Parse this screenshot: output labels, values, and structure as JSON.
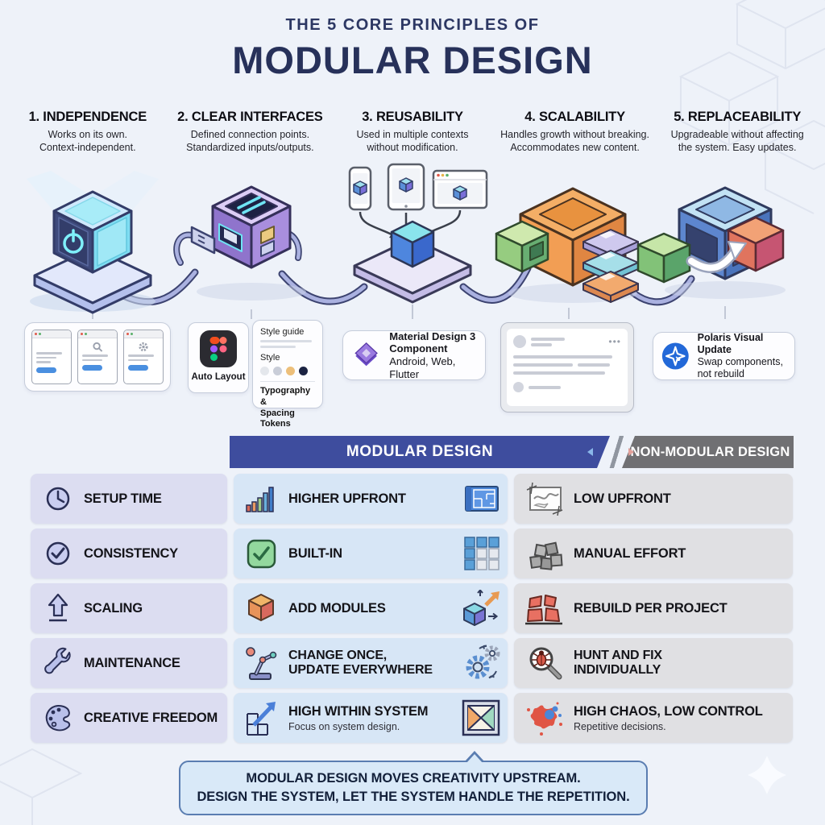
{
  "title": {
    "eyebrow": "THE 5 CORE PRINCIPLES OF",
    "main": "MODULAR DESIGN"
  },
  "principles": [
    {
      "heading": "1. INDEPENDENCE",
      "desc1": "Works on its own.",
      "desc2": "Context-independent.",
      "illustration": "powered-cube-on-platform"
    },
    {
      "heading": "2. CLEAR INTERFACES",
      "desc1": "Defined connection points.",
      "desc2": "Standardized inputs/outputs.",
      "illustration": "usb-ports-cube"
    },
    {
      "heading": "3. REUSABILITY",
      "desc1": "Used in multiple contexts",
      "desc2": "without modification.",
      "illustration": "phone-tablet-browser-to-cube"
    },
    {
      "heading": "4. SCALABILITY",
      "desc1": "Handles growth without breaking.",
      "desc2": "Accommodates new content.",
      "illustration": "expanding-cube-with-trays"
    },
    {
      "heading": "5. REPLACEABILITY",
      "desc1": "Upgradeable without affecting",
      "desc2": "the system. Easy updates.",
      "illustration": "swap-module-cube"
    }
  ],
  "examples": {
    "ui_screens": {
      "icon": "browser-windows-mockup"
    },
    "auto_layout": {
      "label": "Auto Layout",
      "icon": "figma-icon"
    },
    "style_guide": {
      "title": "Style guide",
      "style_label": "Style",
      "tokens_label_1": "Typography &",
      "tokens_label_2": "Spacing Tokens",
      "swatches": [
        "#e4e7ec",
        "#c9cdd8",
        "#edbf7a",
        "#1b2342"
      ]
    },
    "material": {
      "title_1": "Material Design 3",
      "title_2": "Component",
      "subtitle": "Android, Web, Flutter",
      "icon": "material-design-icon"
    },
    "document": {
      "icon": "post-mockup"
    },
    "polaris": {
      "title": "Polaris Visual Update",
      "subtitle_1": "Swap components,",
      "subtitle_2": "not rebuild",
      "icon": "polaris-icon"
    }
  },
  "comparison": {
    "modular_header": "MODULAR DESIGN",
    "non_modular_header": "NON-MODULAR DESIGN",
    "rows": [
      {
        "label": "SETUP TIME",
        "label_icon": "clock-icon",
        "modular": "HIGHER UPFRONT",
        "modular_icon": "bar-chart-icon",
        "modular_end_icon": "blueprint-icon",
        "non_modular": "LOW UPFRONT",
        "non_modular_icon": "sketch-icon"
      },
      {
        "label": "CONSISTENCY",
        "label_icon": "check-circle-icon",
        "modular": "BUILT-IN",
        "modular_icon": "checkbox-icon",
        "modular_end_icon": "component-grid-icon",
        "non_modular": "MANUAL EFFORT",
        "non_modular_icon": "blocks-pile-icon"
      },
      {
        "label": "SCALING",
        "label_icon": "arrow-up-icon",
        "modular": "ADD MODULES",
        "modular_icon": "cube-icon",
        "modular_end_icon": "cube-expand-icon",
        "non_modular": "REBUILD PER PROJECT",
        "non_modular_icon": "broken-blocks-icon"
      },
      {
        "label": "MAINTENANCE",
        "label_icon": "wrench-icon",
        "modular_line1": "CHANGE ONCE,",
        "modular_line2": "UPDATE EVERYWHERE",
        "modular_icon": "robot-arm-icon",
        "modular_end_icon": "gears-icon",
        "non_modular_line1": "HUNT AND FIX",
        "non_modular_line2": "INDIVIDUALLY",
        "non_modular_icon": "bug-magnifier-icon"
      },
      {
        "label": "CREATIVE FREEDOM",
        "label_icon": "palette-icon",
        "modular": "HIGH WITHIN SYSTEM",
        "modular_sub": "Focus on system design.",
        "modular_icon": "grid-arrow-icon",
        "modular_end_icon": "canvas-icon",
        "non_modular": "HIGH CHAOS, LOW CONTROL",
        "non_modular_sub": "Repetitive decisions.",
        "non_modular_icon": "paint-splatter-icon"
      }
    ]
  },
  "callout": {
    "line1": "MODULAR DESIGN MOVES CREATIVITY UPSTREAM.",
    "line2": "DESIGN THE SYSTEM, LET THE SYSTEM HANDLE THE REPETITION."
  },
  "colors": {
    "background": "#eef2f9",
    "title": "#27315a",
    "modular_header_bg": "#3e4d9e",
    "non_modular_header_bg": "#707073",
    "label_cell_bg": "#dcddf1",
    "modular_cell_bg": "#d7e6f6",
    "non_modular_cell_bg": "#e0e0e3",
    "callout_bg": "#d9e9f8",
    "callout_border": "#5a7db1"
  }
}
